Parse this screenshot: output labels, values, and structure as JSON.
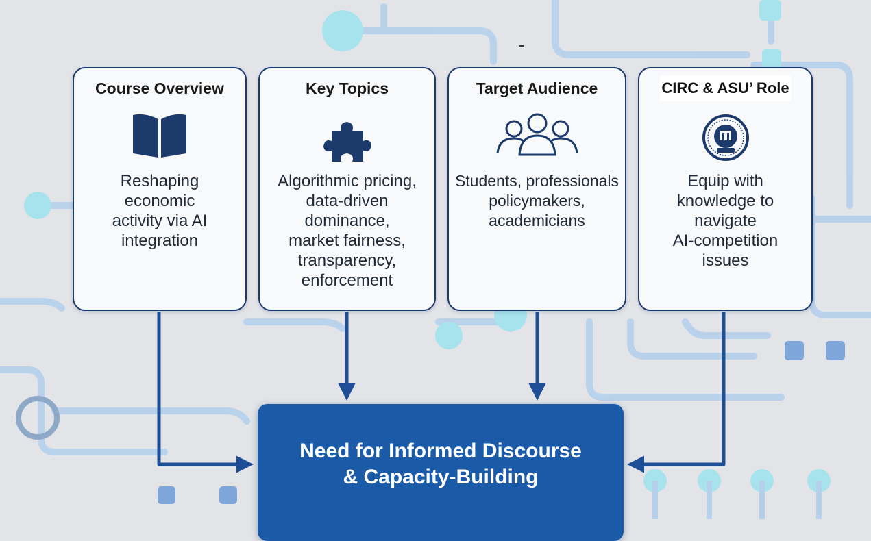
{
  "cards": [
    {
      "title": "Course Overview",
      "icon": "open-book-icon",
      "description": "Reshaping\neconomic\nactivity via AI\nintegration"
    },
    {
      "title": "Key Topics",
      "icon": "puzzle-piece-icon",
      "description": "Algorithmic pricing,\ndata-driven\ndominance,\nmarket fairness,\ntransparency,\nenforcement"
    },
    {
      "title": "Target Audience",
      "icon": "people-group-icon",
      "description": "Students, professionals\npolicymakers,\nacademicians"
    },
    {
      "title": "CIRC & ASU’ Role",
      "icon": "institute-seal-icon",
      "description": "Equip with\nknowledge to\nnavigate\nAI-competition\nissues"
    }
  ],
  "target": {
    "label": "Need for Informed Discourse\n& Capacity-Building"
  },
  "colors": {
    "navy": "#1c3a6b",
    "target_blue": "#1b5aa7",
    "arrow": "#1e4f96",
    "circuit": "#b6d0ec",
    "circuit_node": "#a7e3ec"
  }
}
